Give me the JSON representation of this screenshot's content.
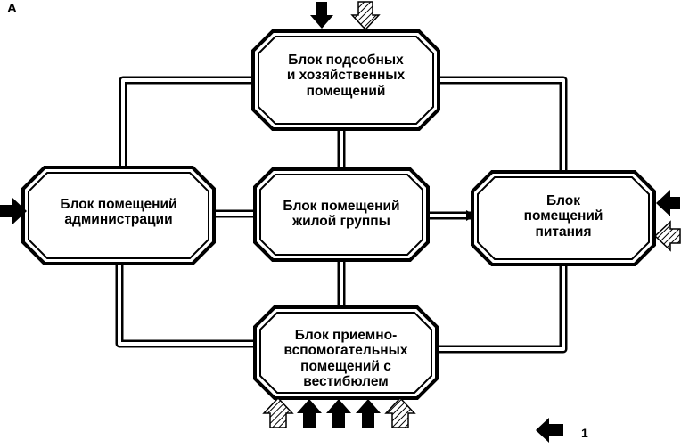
{
  "figure_label": "А",
  "blocks": {
    "top": {
      "lines": [
        "Блок подсобных",
        "и хозяйственных",
        "помещений"
      ]
    },
    "left": {
      "lines": [
        "Блок помещений",
        "администрации"
      ]
    },
    "center": {
      "lines": [
        "Блок помещений",
        "жилой группы"
      ]
    },
    "right": {
      "lines": [
        "Блок",
        "помещений",
        "питания"
      ]
    },
    "bottom": {
      "lines": [
        "Блок приемно-",
        "вспомогательных",
        "помещений с",
        "вестибюлем"
      ]
    }
  },
  "legend": {
    "number": "1",
    "icon": "solid-arrow-left-icon"
  },
  "colors": {
    "stroke": "#000000",
    "fill": "#ffffff",
    "hatch": "#000000"
  }
}
